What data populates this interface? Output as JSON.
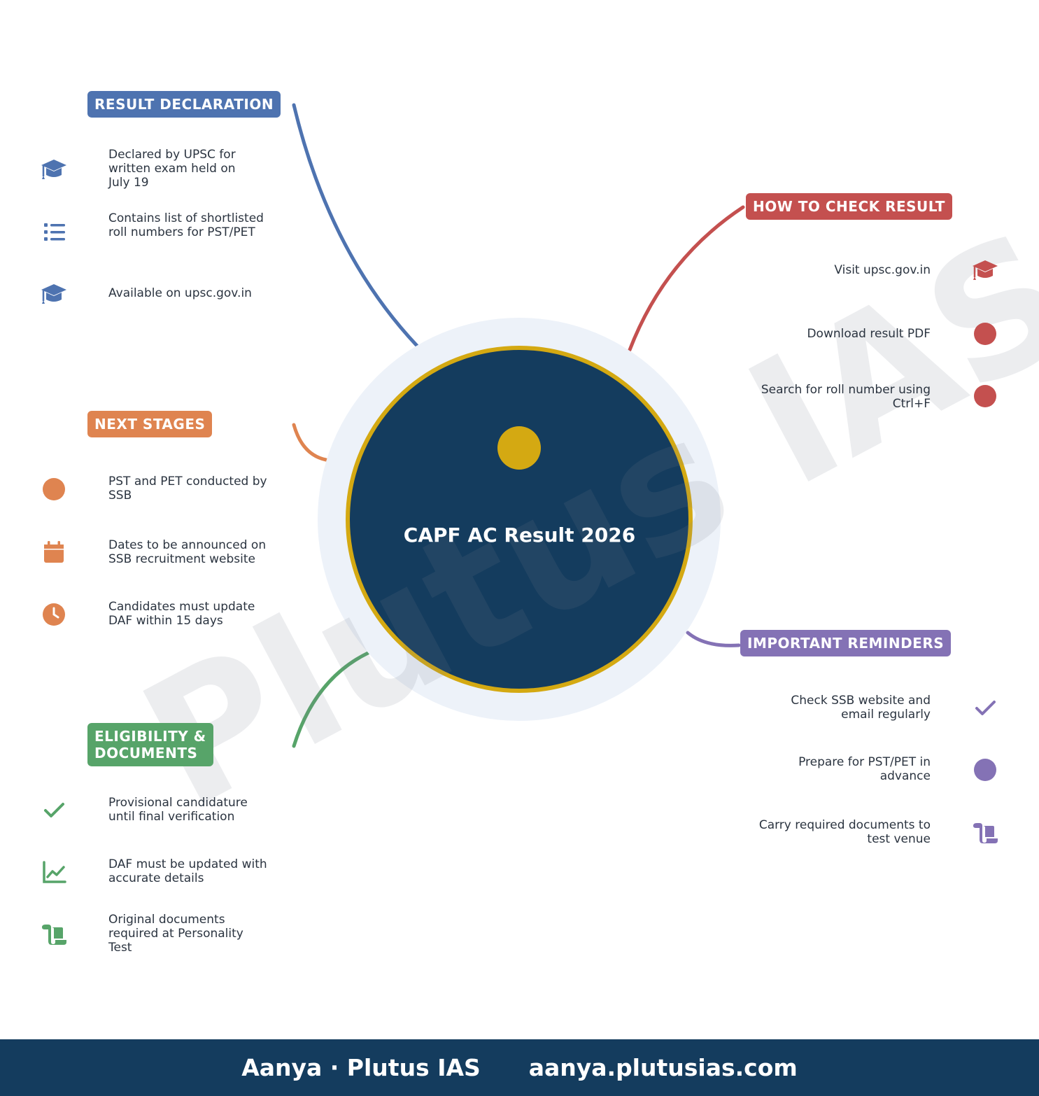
{
  "center": {
    "title": "CAPF AC Result 2026"
  },
  "watermark": "Plutus IAS",
  "colors": {
    "blue": "#4e73b0",
    "red": "#c4504f",
    "orange": "#df8450",
    "green": "#57a469",
    "purple": "#8472b5",
    "navy": "#143c5e",
    "gold": "#d4a912"
  },
  "branches": [
    {
      "id": "result",
      "title": "RESULT DECLARATION",
      "color": "#4e73b0",
      "items": [
        {
          "text": "Declared by UPSC for written exam held on July 19",
          "icon": "graduation-cap-icon"
        },
        {
          "text": "Contains list of shortlisted roll numbers for PST/PET",
          "icon": "list-icon"
        },
        {
          "text": "Available on upsc.gov.in",
          "icon": "graduation-cap-icon"
        }
      ]
    },
    {
      "id": "howto",
      "title": "HOW TO CHECK RESULT",
      "color": "#c4504f",
      "items": [
        {
          "text": "Visit upsc.gov.in",
          "icon": "graduation-cap-icon"
        },
        {
          "text": "Download result PDF",
          "icon": "circle-icon"
        },
        {
          "text": "Search for roll number using Ctrl+F",
          "icon": "circle-icon"
        }
      ]
    },
    {
      "id": "next",
      "title": "NEXT STAGES",
      "color": "#df8450",
      "items": [
        {
          "text": "PST and PET conducted by SSB",
          "icon": "circle-icon"
        },
        {
          "text": "Dates to be announced on SSB recruitment website",
          "icon": "calendar-icon"
        },
        {
          "text": "Candidates must update DAF within 15 days",
          "icon": "clock-icon"
        }
      ]
    },
    {
      "id": "reminders",
      "title": "IMPORTANT REMINDERS",
      "color": "#8472b5",
      "items": [
        {
          "text": "Check SSB website and email regularly",
          "icon": "check-icon"
        },
        {
          "text": "Prepare for PST/PET in advance",
          "icon": "circle-icon"
        },
        {
          "text": "Carry required documents to test venue",
          "icon": "scroll-icon"
        }
      ]
    },
    {
      "id": "eligibility",
      "title": "ELIGIBILITY & DOCUMENTS",
      "color": "#57a469",
      "items": [
        {
          "text": "Provisional candidature until final verification",
          "icon": "check-icon"
        },
        {
          "text": "DAF must be updated with accurate details",
          "icon": "chart-line-icon"
        },
        {
          "text": "Original documents required at Personality Test",
          "icon": "scroll-icon"
        }
      ]
    }
  ],
  "footer": {
    "left": "Aanya · Plutus IAS",
    "right": "aanya.plutusias.com"
  }
}
